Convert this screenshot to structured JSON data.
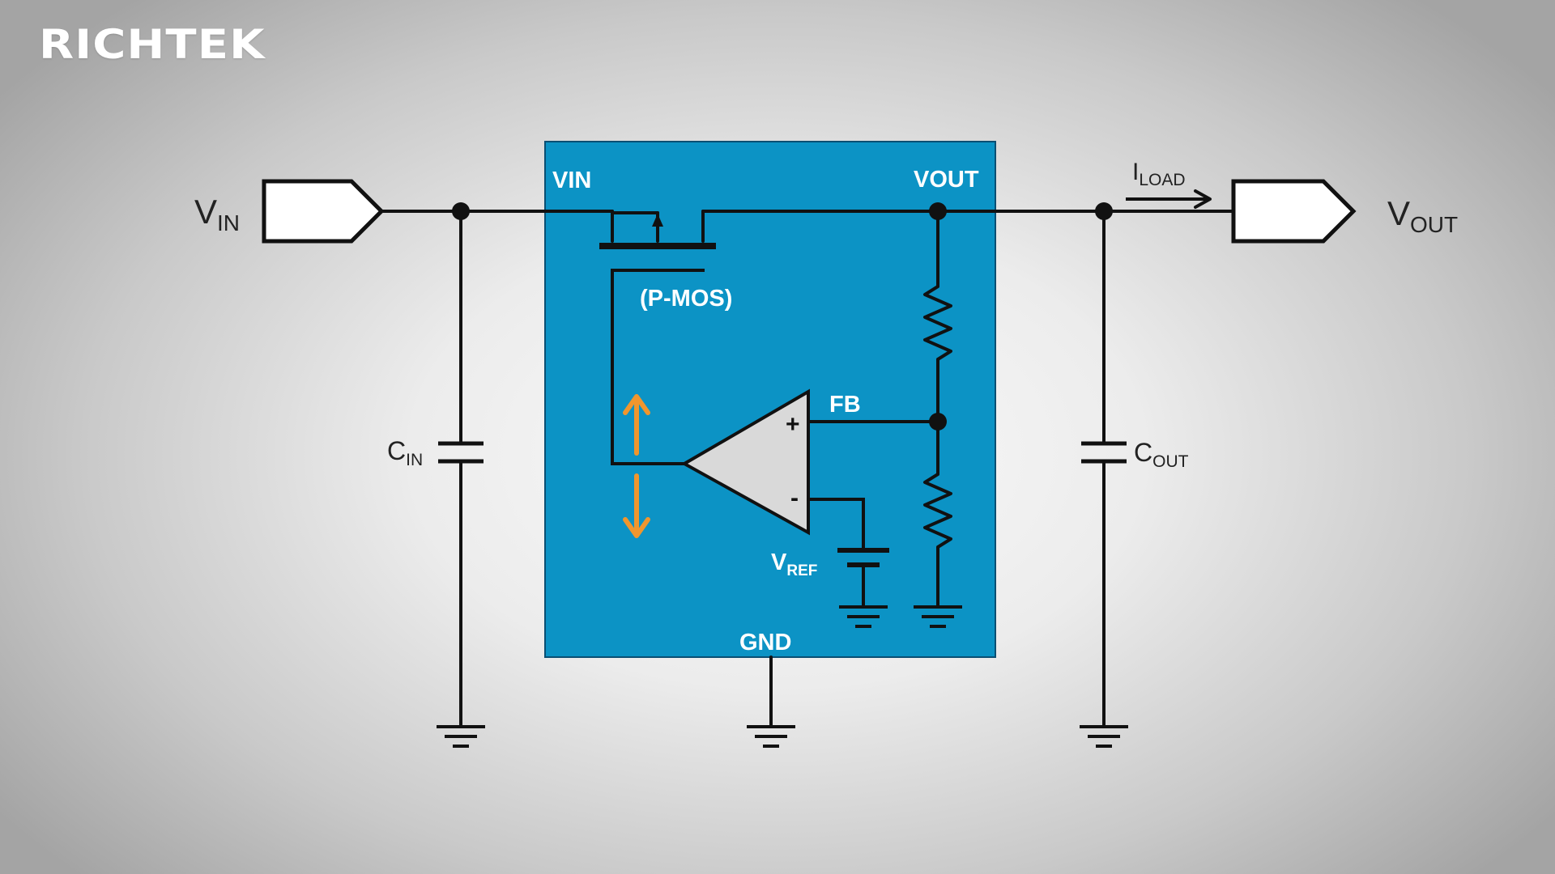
{
  "brand": {
    "logo_text": "RICHTEK"
  },
  "colors": {
    "ic_fill": "#0c93c5",
    "wire": "#111111",
    "arrow": "#f0962d",
    "opamp_fill": "#d9d9d9"
  },
  "ic": {
    "pin_vin": "VIN",
    "pin_vout": "VOUT",
    "pin_fb": "FB",
    "pin_gnd": "GND",
    "transistor_label": "(P-MOS)",
    "opamp_plus": "+",
    "opamp_minus": "-",
    "vref": {
      "main": "V",
      "sub": "REF"
    }
  },
  "external": {
    "vin": {
      "main": "V",
      "sub": "IN"
    },
    "vout": {
      "main": "V",
      "sub": "OUT"
    },
    "cin": {
      "main": "C",
      "sub": "IN"
    },
    "cout": {
      "main": "C",
      "sub": "OUT"
    },
    "iload": {
      "main": "I",
      "sub": "LOAD"
    }
  },
  "icons": [
    "vin-port-icon",
    "vout-port-icon",
    "pmos-transistor-icon",
    "opamp-icon",
    "resistor-icon",
    "capacitor-icon",
    "ground-icon",
    "up-arrow-icon",
    "down-arrow-icon",
    "current-arrow-icon"
  ]
}
